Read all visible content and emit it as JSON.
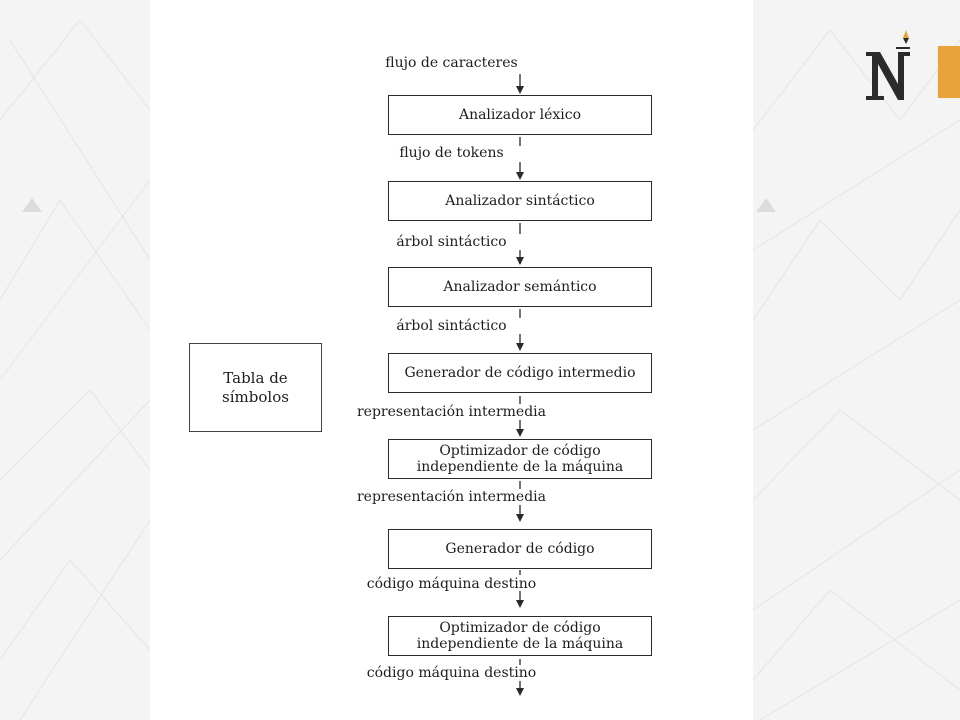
{
  "diagram": {
    "flow_labels": [
      "flujo de caracteres",
      "flujo de tokens",
      "árbol sintáctico",
      "árbol sintáctico",
      "representación intermedia",
      "representación intermedia",
      "código máquina destino",
      "código máquina destino"
    ],
    "stages": [
      "Analizador léxico",
      "Analizador sintáctico",
      "Analizador semántico",
      "Generador de código intermedio",
      "Optimizador de código\nindependiente de la máquina",
      "Generador de código",
      "Optimizador de código\nindependiente de la máquina"
    ],
    "symbol_table": "Tabla de\nsímbolos"
  },
  "colors": {
    "accent": "#e8a33a",
    "logo_dark": "#2b2b2b",
    "line": "#2a2a2a"
  },
  "icons": {
    "logo": "n-star-logo-icon"
  }
}
